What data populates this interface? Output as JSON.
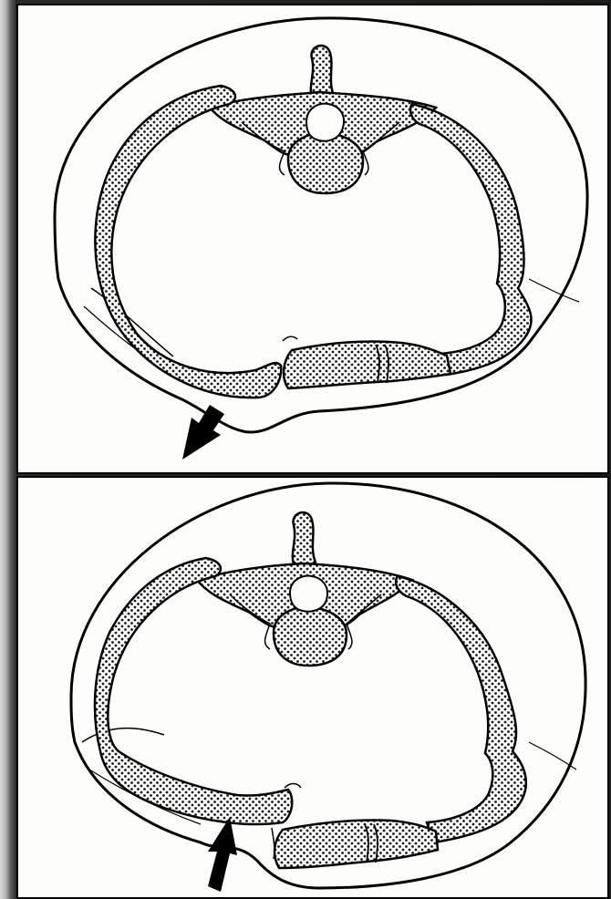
{
  "figure": {
    "panels": [
      {
        "id": "top",
        "arrow_direction": "outward"
      },
      {
        "id": "bottom",
        "arrow_direction": "inward"
      }
    ],
    "colors": {
      "ink": "#000000",
      "paper": "#fdfdfb",
      "bone_fill": "#ffffff",
      "stipple": "#1a1a1a",
      "frame": "#1c1c1c"
    }
  }
}
